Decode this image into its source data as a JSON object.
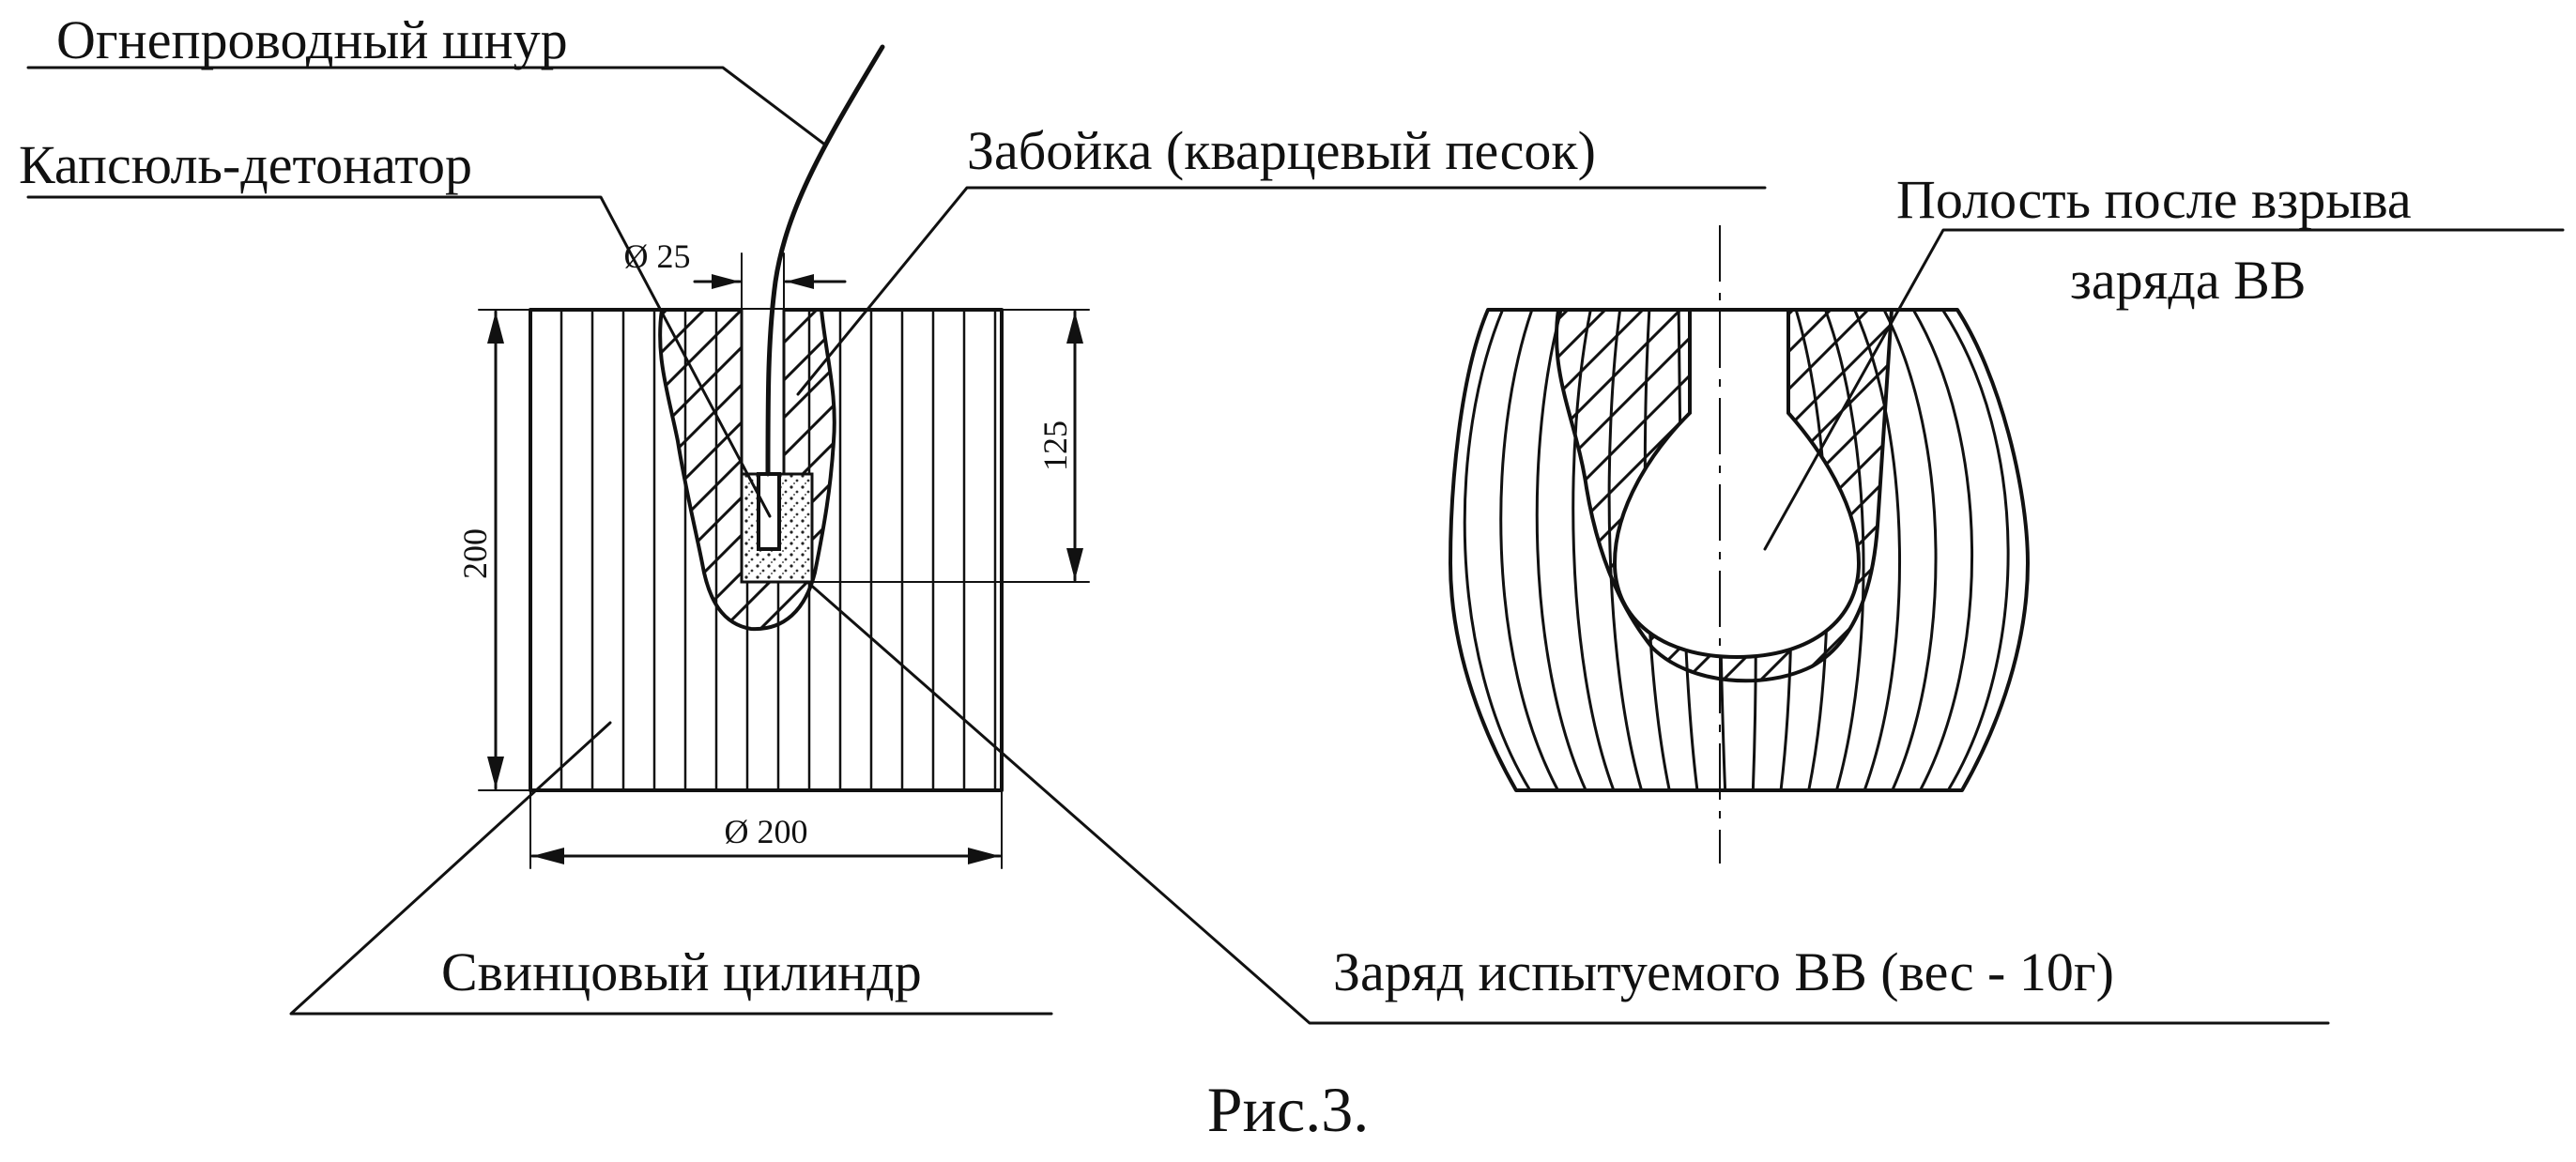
{
  "labels": {
    "fuse": "Огнепроводный шнур",
    "detonator": "Капсюль-детонатор",
    "stemming": "Забойка (кварцевый песок)",
    "cavity_line1": "Полость после взрыва",
    "cavity_line2": "заряда ВВ",
    "cylinder": "Свинцовый цилиндр",
    "charge": "Заряд испытуемого ВВ (вес - 10г)",
    "caption": "Рис.3."
  },
  "dimensions": {
    "bore_diameter": "Ø 25",
    "depth": "125",
    "height": "200",
    "diameter": "Ø 200"
  },
  "colors": {
    "ink": "#111111",
    "paper": "#ffffff"
  }
}
